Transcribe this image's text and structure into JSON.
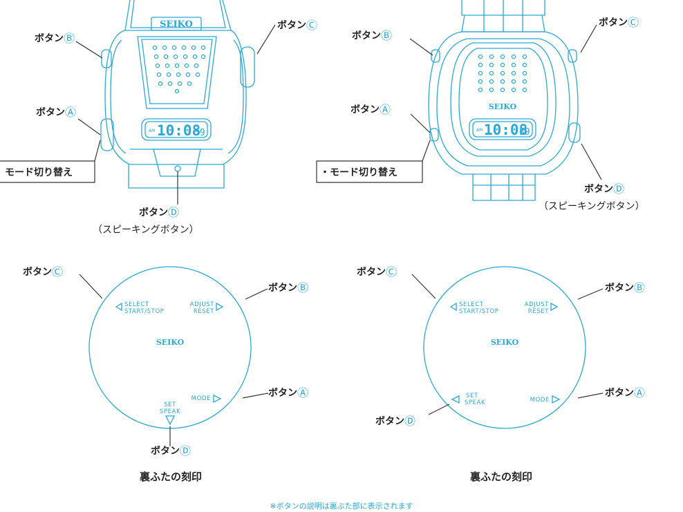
{
  "watch1": {
    "brand": "SEIKO",
    "display": {
      "ampm": "AM",
      "time": "10:08",
      "seconds": "59"
    },
    "labels": {
      "button_b": "ボタン",
      "button_c": "ボタン",
      "button_a": "ボタン",
      "button_d": "ボタン"
    },
    "circled": {
      "b": "Ⓑ",
      "c": "Ⓒ",
      "a": "Ⓐ",
      "d": "Ⓓ"
    },
    "mode_label": "モード切り替え",
    "speaking_label": "（スピーキングボタン）"
  },
  "watch2": {
    "brand": "SEIKO",
    "display": {
      "ampm": "AM",
      "time": "10:08",
      "seconds": "59"
    },
    "labels": {
      "button_b": "ボタン",
      "button_c": "ボタン",
      "button_a": "ボタン",
      "button_d": "ボタン"
    },
    "circled": {
      "b": "Ⓑ",
      "c": "Ⓒ",
      "a": "Ⓐ",
      "d": "Ⓓ"
    },
    "mode_label": "・モード切り替え",
    "speaking_label": "（スピーキングボタン）"
  },
  "caseback1": {
    "select": "SELECT",
    "start_stop": "START/STOP",
    "adjust": "ADJUST",
    "reset": "RESET",
    "brand": "SEIKO",
    "mode": "MODE",
    "set": "SET",
    "speak": "SPEAK",
    "labels": {
      "button_c": "ボタン",
      "button_b": "ボタン",
      "button_a": "ボタン",
      "button_d": "ボタン"
    },
    "circled": {
      "c": "Ⓒ",
      "b": "Ⓑ",
      "a": "Ⓐ",
      "d": "Ⓓ"
    },
    "caption": "裏ふたの刻印"
  },
  "caseback2": {
    "select": "SELECT",
    "start_stop": "START/STOP",
    "adjust": "ADJUST",
    "reset": "RESET",
    "brand": "SEIKO",
    "mode": "MODE",
    "set": "SET",
    "speak": "SPEAK",
    "labels": {
      "button_c": "ボタン",
      "button_b": "ボタン",
      "button_a": "ボタン",
      "button_d": "ボタン"
    },
    "circled": {
      "c": "Ⓒ",
      "b": "Ⓑ",
      "a": "Ⓐ",
      "d": "Ⓓ"
    },
    "caption": "裏ふたの刻印"
  },
  "footnote": "※ボタンの説明は裏ぶた部に表示されます",
  "colors": {
    "line": "#29a8d8",
    "text": "#222222"
  }
}
